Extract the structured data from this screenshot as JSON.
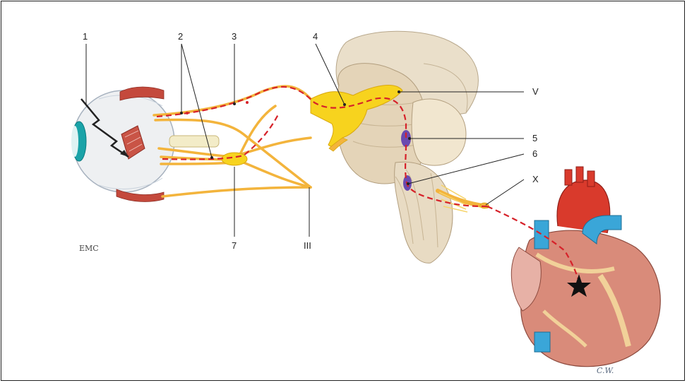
{
  "figure": {
    "labels": {
      "l1": "1",
      "l2": "2",
      "l3": "3",
      "l4": "4",
      "l5": "5",
      "l6": "6",
      "l7": "7",
      "lV": "V",
      "lX": "X",
      "lIII": "III"
    },
    "logo": "EMC",
    "signature": "C.W.",
    "colors": {
      "nerve": "#f3b43c",
      "ganglion": "#f7d31e",
      "reflex_path": "#d6222a",
      "nucleus": "#6a4bb0",
      "aorta": "#d93a2c",
      "vessel_blue": "#3aa6d8",
      "brainstem": "#e9dcc6",
      "heart_muscle": "#d98b7a"
    }
  }
}
